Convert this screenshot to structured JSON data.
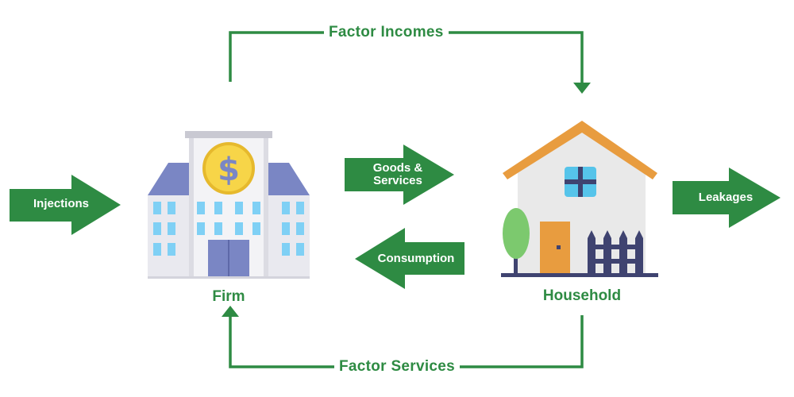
{
  "flows": {
    "factor_incomes": "Factor Incomes",
    "factor_services": "Factor Services",
    "goods_services_line1": "Goods &",
    "goods_services_line2": "Services",
    "consumption": "Consumption",
    "injections": "Injections",
    "leakages": "Leakages"
  },
  "nodes": {
    "firm": "Firm",
    "household": "Household"
  },
  "icons": {
    "firm": "bank-building-icon",
    "firm_sign": "dollar-sign-icon",
    "household": "house-icon",
    "tree": "tree-icon",
    "fence": "fence-icon"
  },
  "colors": {
    "flow_green": "#2e8b43",
    "roof_orange": "#e89c3f",
    "building_blue": "#7a86c4",
    "coin_yellow": "#f7d548",
    "window_blue": "#7fd0f5",
    "fence_navy": "#3f4370"
  }
}
